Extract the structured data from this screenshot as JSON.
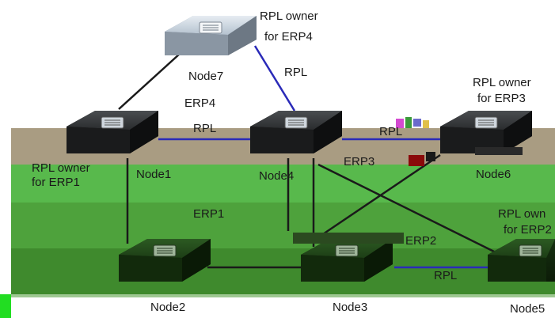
{
  "nodes": [
    {
      "id": "node7",
      "label": "Node7"
    },
    {
      "id": "node1",
      "label": "Node1"
    },
    {
      "id": "node4",
      "label": "Node4"
    },
    {
      "id": "node6",
      "label": "Node6"
    },
    {
      "id": "node2",
      "label": "Node2"
    },
    {
      "id": "node3",
      "label": "Node3"
    },
    {
      "id": "node5",
      "label": "Node5"
    }
  ],
  "rings": {
    "erp4": "ERP4",
    "erp1": "ERP1",
    "erp3": "ERP3",
    "erp2": "ERP2"
  },
  "rpl_labels": {
    "rpl_7_4": "RPL",
    "rpl_1_4": "RPL",
    "rpl_4_6": "RPL",
    "rpl_3_5": "RPL"
  },
  "owners": {
    "erp4_line1": "RPL owner",
    "erp4_line2": "for ERP4",
    "erp3_line1": "RPL owner",
    "erp3_line2": "for ERP3",
    "erp1_line1": "RPL owner",
    "erp1_line2": "for ERP1",
    "erp2_line1": "RPL own",
    "erp2_line2": "for ERP2"
  },
  "colors": {
    "rpl_link": "#2a2ab8",
    "normal_link": "#1a1a1a",
    "band_tan": "#a69a80",
    "band_green": "#5cbc50",
    "band_dark_green": "#3d8a2a",
    "band_mid_green": "#4ea23c",
    "corner_badge": "#22dd22"
  }
}
